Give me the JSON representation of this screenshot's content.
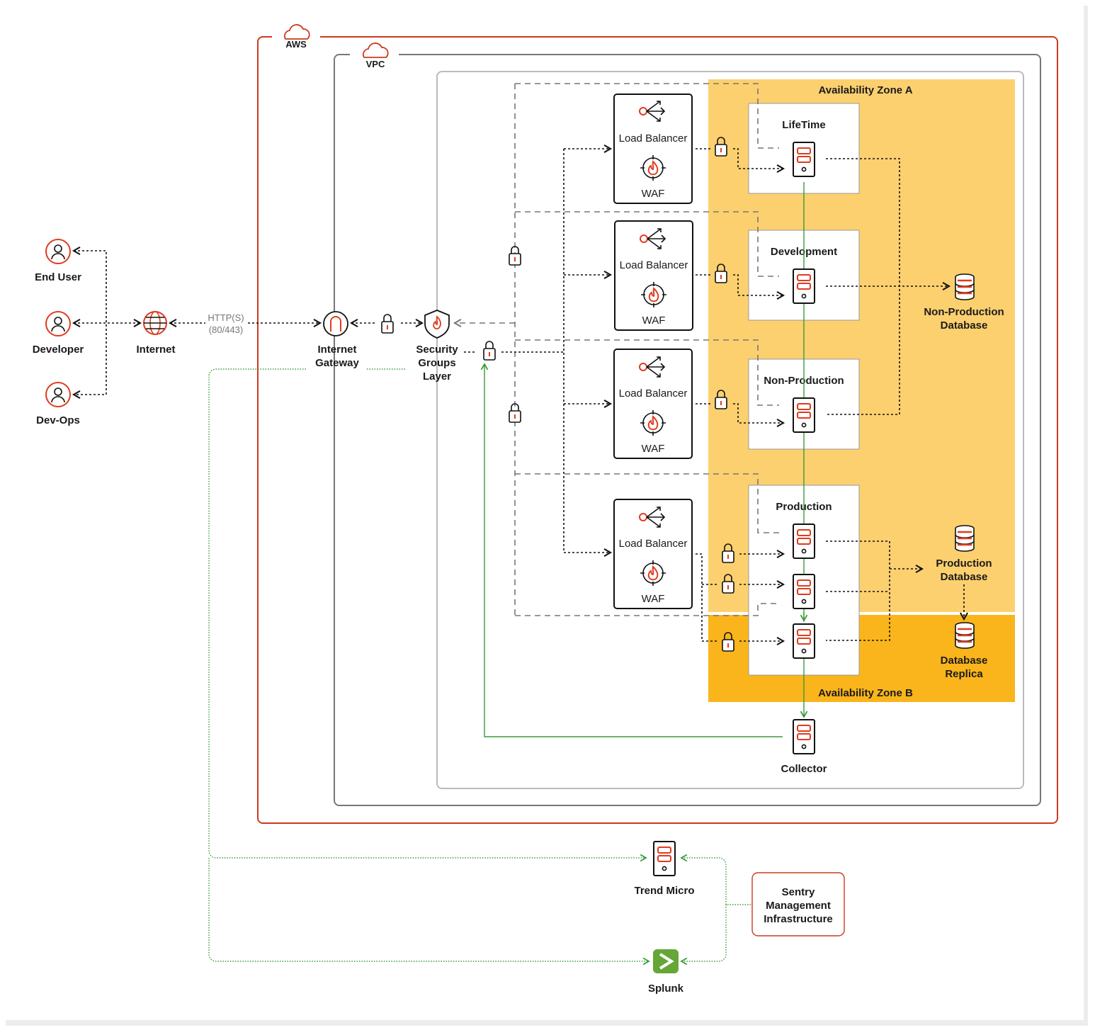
{
  "containers": {
    "aws_label": "AWS",
    "vpc_label": "VPC",
    "zone_a_label": "Availability Zone A",
    "zone_b_label": "Availability Zone B"
  },
  "actors": {
    "end_user": "End User",
    "developer": "Developer",
    "dev_ops": "Dev-Ops",
    "internet": "Internet"
  },
  "connection": {
    "protocol": "HTTP(S)",
    "ports": "(80/443)"
  },
  "gateway": {
    "line1": "Internet",
    "line2": "Gateway"
  },
  "security_groups": {
    "line1": "Security",
    "line2": "Groups",
    "line3": "Layer"
  },
  "load_balancer": {
    "lb_label": "Load Balancer",
    "waf_label": "WAF"
  },
  "environments": {
    "lifetime": "LifeTime",
    "development": "Development",
    "non_production": "Non-Production",
    "production": "Production"
  },
  "databases": {
    "non_prod_line1": "Non-Production",
    "non_prod_line2": "Database",
    "prod_line1": "Production",
    "prod_line2": "Database",
    "replica_line1": "Database",
    "replica_line2": "Replica"
  },
  "collector": "Collector",
  "external": {
    "trend_micro": "Trend Micro",
    "splunk": "Splunk",
    "sentry_line1": "Sentry",
    "sentry_line2": "Management",
    "sentry_line3": "Infrastructure"
  },
  "colors": {
    "aws_border": "#cc3a1e",
    "zone_a": "#fcd06f",
    "zone_b": "#f9b51b",
    "accent_red": "#e03b1f",
    "green": "#3a9a3a"
  }
}
